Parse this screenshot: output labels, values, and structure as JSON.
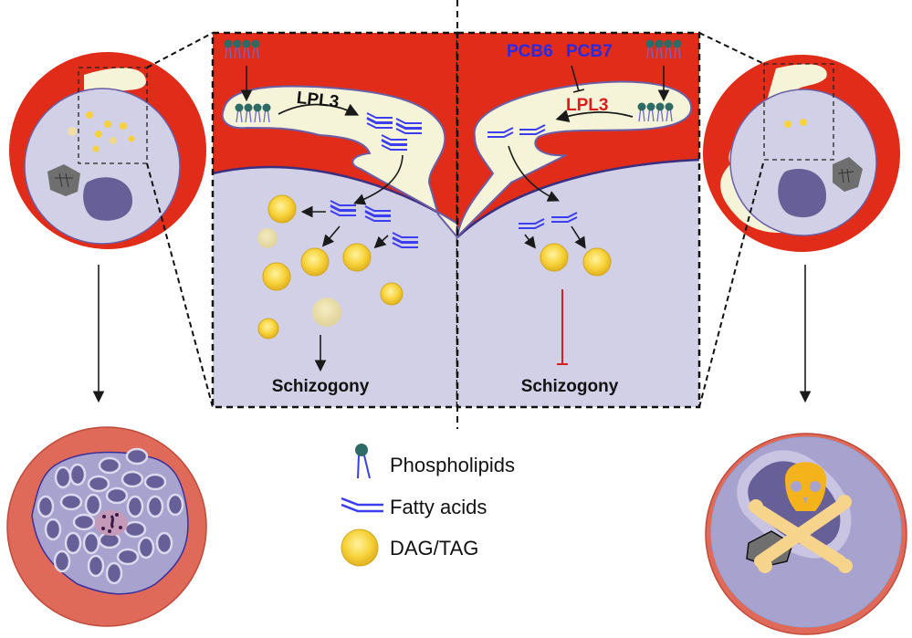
{
  "colors": {
    "rbc_red": "#e02c18",
    "parasite_lilac": "#d2d0e6",
    "vacuole_cream": "#f6f4d8",
    "membrane_purple": "#6a5fa6",
    "nucleus_purple": "#675f97",
    "phospholipid_head": "#2e6b66",
    "fatty_acid_blue": "#3b3df0",
    "droplet_yellow": "#f7d23a",
    "inhibitor_red": "#d42020",
    "inhibitor_label_blue": "#2a2ae0",
    "enzyme_inhibited_red": "#e01a1a",
    "skull_yellow": "#f4b21b",
    "bone_cream": "#f7d48b"
  },
  "left_panel": {
    "enzyme_label": "LPL3",
    "outcome_label": "Schizogony"
  },
  "right_panel": {
    "inhibitors": [
      "PCB6",
      "PCB7"
    ],
    "enzyme_label": "LPL3",
    "outcome_label": "Schizogony"
  },
  "legend": {
    "items": [
      {
        "icon": "phospholipid-icon",
        "label": "Phospholipids"
      },
      {
        "icon": "fatty-acid-icon",
        "label": "Fatty acids"
      },
      {
        "icon": "lipid-droplet-icon",
        "label": "DAG/TAG"
      }
    ]
  }
}
